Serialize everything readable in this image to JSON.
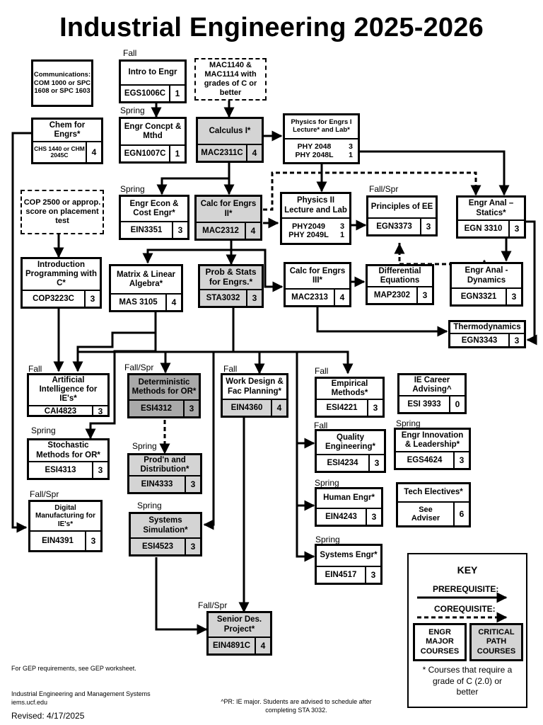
{
  "title": "Industrial Engineering 2025-2026",
  "notes": {
    "communications": "Communications: COM 1000 or SPC 1608 or SPC 1603",
    "mac_prereq": "MAC1140 & MAC1114 with grades of C or better",
    "cop_prereq": "COP 2500 or approp. score on placement test"
  },
  "terms": {
    "intro": "Fall",
    "egn1007": "Spring",
    "econ": "Spring",
    "ee": "Fall/Spr",
    "ai": "Fall",
    "or": "Fall/Spr",
    "workdesign": "Fall",
    "empirical": "Fall",
    "quality": "Fall",
    "stochastic": "Spring",
    "prodn": "Spring",
    "innovation": "Spring",
    "human": "Spring",
    "digital": "Fall/Spr",
    "simulation": "Spring",
    "systems": "Spring",
    "senior": "Fall/Spr"
  },
  "courses": {
    "intro": {
      "name": "Intro to Engr",
      "code": "EGS1006C",
      "credits": "1"
    },
    "egn1007": {
      "name": "Engr Concpt & Mthd",
      "code": "EGN1007C",
      "credits": "1"
    },
    "chem": {
      "name": "Chem for Engrs*",
      "code": "CHS 1440 or CHM 2045C",
      "credits": "4"
    },
    "calc1": {
      "name": "Calculus I*",
      "code": "MAC2311C",
      "credits": "4"
    },
    "phys1": {
      "name": "Physics for Engrs I Lecture* and Lab*",
      "code": "PHY 2048",
      "code2": "PHY 2048L",
      "credits": "3",
      "credits2": "1"
    },
    "econ": {
      "name": "Engr Econ & Cost Engr*",
      "code": "EIN3351",
      "credits": "3"
    },
    "calc2": {
      "name": "Calc for Engrs II*",
      "code": "MAC2312",
      "credits": "4"
    },
    "phys2": {
      "name": "Physics II Lecture and Lab",
      "code": "PHY2049",
      "code2": "PHY 2049L",
      "credits": "3",
      "credits2": "1"
    },
    "ee": {
      "name": "Principles of EE",
      "code": "EGN3373",
      "credits": "3"
    },
    "statics": {
      "name": "Engr Anal – Statics*",
      "code": "EGN 3310",
      "credits": "3"
    },
    "intro_prog": {
      "name": "Introduction Programming with C*",
      "code": "COP3223C",
      "credits": "3"
    },
    "linalg": {
      "name": "Matrix & Linear Algebra*",
      "code": "MAS 3105",
      "credits": "4"
    },
    "stats": {
      "name": "Prob & Stats for Engrs.*",
      "code": "STA3032",
      "credits": "3"
    },
    "calc3": {
      "name": "Calc for Engrs III*",
      "code": "MAC2313",
      "credits": "4"
    },
    "diffeq": {
      "name": "Differential Equations",
      "code": "MAP2302",
      "credits": "3"
    },
    "dynamics": {
      "name": "Engr Anal - Dynamics",
      "code": "EGN3321",
      "credits": "3"
    },
    "thermo": {
      "name": "Thermodynamics",
      "code": "EGN3343",
      "credits": "3"
    },
    "ai": {
      "name": "Artificial Intelligence for IE's*",
      "code": "CAI4823",
      "credits": "3"
    },
    "detor": {
      "name": "Deterministic Methods for OR*",
      "code": "ESI4312",
      "credits": "3"
    },
    "workdesign": {
      "name": "Work Design & Fac Planning*",
      "code": "EIN4360",
      "credits": "4"
    },
    "empirical": {
      "name": "Empirical Methods*",
      "code": "ESI4221",
      "credits": "3"
    },
    "career": {
      "name": "IE Career Advising^",
      "code": "ESI 3933",
      "credits": "0"
    },
    "stochastic": {
      "name": "Stochastic Methods for OR*",
      "code": "ESI4313",
      "credits": "3"
    },
    "prodn": {
      "name": "Prod'n and Distribution*",
      "code": "EIN4333",
      "credits": "3"
    },
    "quality": {
      "name": "Quality Engineering*",
      "code": "ESI4234",
      "credits": "3"
    },
    "innovation": {
      "name": "Engr Innovation & Leadership*",
      "code": "EGS4624",
      "credits": "3"
    },
    "human": {
      "name": "Human Engr*",
      "code": "EIN4243",
      "credits": "3"
    },
    "techelec": {
      "name": "Tech Electives*",
      "code": "See Adviser",
      "credits": "6"
    },
    "digital": {
      "name": "Digital Manufacturing for IE's*",
      "code": "EIN4391",
      "credits": "3"
    },
    "simulation": {
      "name": "Systems Simulation*",
      "code": "ESI4523",
      "credits": "3"
    },
    "systems": {
      "name": "Systems Engr*",
      "code": "EIN4517",
      "credits": "3"
    },
    "senior": {
      "name": "Senior Des. Project*",
      "code": "EIN4891C",
      "credits": "4"
    }
  },
  "key": {
    "title": "KEY",
    "prereq": "PREREQUISITE:",
    "coreq": "COREQUISITE:",
    "major": "ENGR MAJOR COURSES",
    "critical": "CRITICAL PATH COURSES",
    "grade_note": "* Courses that require a grade of C (2.0) or better"
  },
  "footer": {
    "gep": "For GEP requirements, see GEP worksheet.",
    "dept": "Industrial Engineering and Management Systems",
    "url": "iems.ucf.edu",
    "revised": "Revised: 4/17/2025",
    "pr_note": "^PR: IE major. Students are advised to schedule after completing STA 3032."
  },
  "colors": {
    "critical_fill": "#d4d4d4",
    "critical_dark": "#a9a9a9",
    "line": "#000000"
  }
}
